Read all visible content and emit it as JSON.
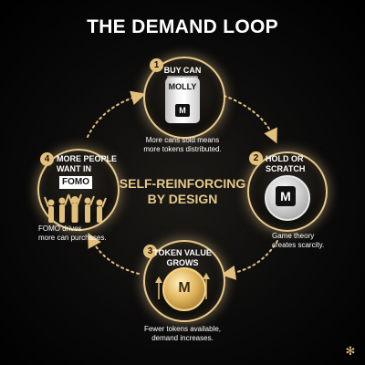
{
  "title": "THE DEMAND LOOP",
  "center": {
    "line1": "SELF-REINFORCING",
    "line2": "BY DESIGN"
  },
  "colors": {
    "accent_gold": "#e3bf7c",
    "background": "#000000",
    "text": "#ffffff"
  },
  "steps": [
    {
      "number": "1",
      "label_lines": [
        "BUY CAN"
      ],
      "can_brand": "MOLLY",
      "can_logo": "M",
      "desc_lines": [
        "More cans sold means",
        "more tokens distributed."
      ],
      "icon": "can-icon"
    },
    {
      "number": "2",
      "label_lines": [
        "HOLD OR",
        "SCRATCH"
      ],
      "coin_letter": "M",
      "desc_lines": [
        "Game theory",
        "creates scarcity."
      ],
      "icon": "scratch-coin-icon"
    },
    {
      "number": "3",
      "label_lines": [
        "TOKEN VALUE",
        "GROWS"
      ],
      "coin_letter": "M",
      "desc_lines": [
        "Fewer tokens available,",
        "demand increases."
      ],
      "icon": "gold-coin-icon"
    },
    {
      "number": "4",
      "label_lines": [
        "MORE PEOPLE",
        "WANT IN"
      ],
      "tag": "FOMO",
      "desc_lines": [
        "FOMO drives",
        "more can purchases."
      ],
      "icon": "crowd-icon"
    }
  ],
  "footer_icon": "asterisk-logo-icon"
}
